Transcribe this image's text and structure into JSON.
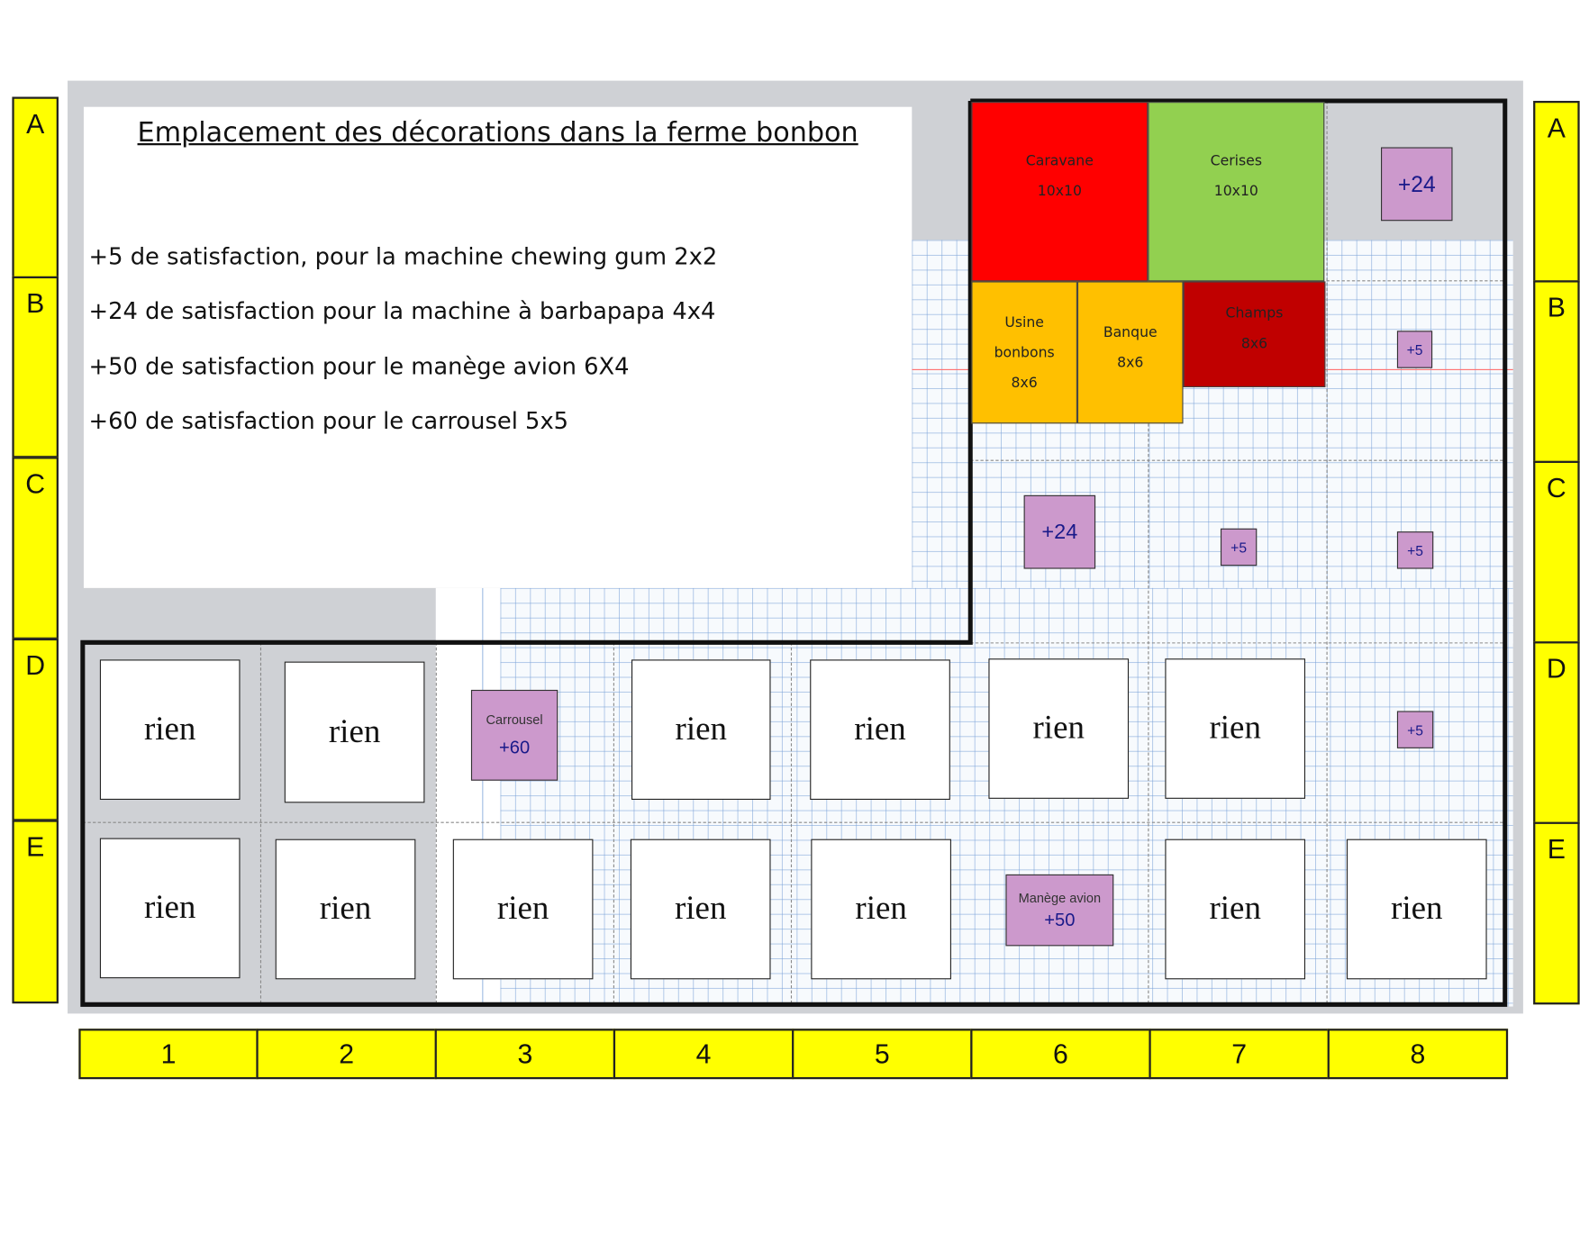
{
  "title": "Emplacement des décorations dans la ferme bonbon",
  "legend": [
    "+5 de satisfaction, pour la machine chewing gum 2x2",
    "+24 de satisfaction pour la machine à barbapapa 4x4",
    "+50 de satisfaction pour le manège avion 6X4",
    "+60 de satisfaction pour le carrousel 5x5"
  ],
  "row_labels": [
    "A",
    "B",
    "C",
    "D",
    "E"
  ],
  "column_labels": [
    "1",
    "2",
    "3",
    "4",
    "5",
    "6",
    "7",
    "8"
  ],
  "buildings": {
    "caravane": {
      "name": "Caravane",
      "size": "10x10",
      "color": "#ff0000"
    },
    "cerises": {
      "name": "Cerises",
      "size": "10x10",
      "color": "#92d050"
    },
    "usine": {
      "name1": "Usine",
      "name2": "bonbons",
      "size": "8x6",
      "color": "#ffc000"
    },
    "banque": {
      "name": "Banque",
      "size": "8x6",
      "color": "#ffc000"
    },
    "champs": {
      "name": "Champs",
      "size": "8x6",
      "color": "#c00000"
    }
  },
  "decorations": {
    "a8": "+24",
    "b8": "+5",
    "c6": "+24",
    "c7": "+5",
    "c8": "+5",
    "d8": "+5",
    "carrousel": {
      "name": "Carrousel",
      "value": "+60"
    },
    "manege": {
      "name": "Manège avion",
      "value": "+50"
    }
  },
  "empty_label": "rien",
  "colors": {
    "label_yellow": "#ffff00",
    "decoration_purple": "#cc99cc",
    "board_grey": "#cfd1d5",
    "grid_blue": "#78a0d7"
  }
}
